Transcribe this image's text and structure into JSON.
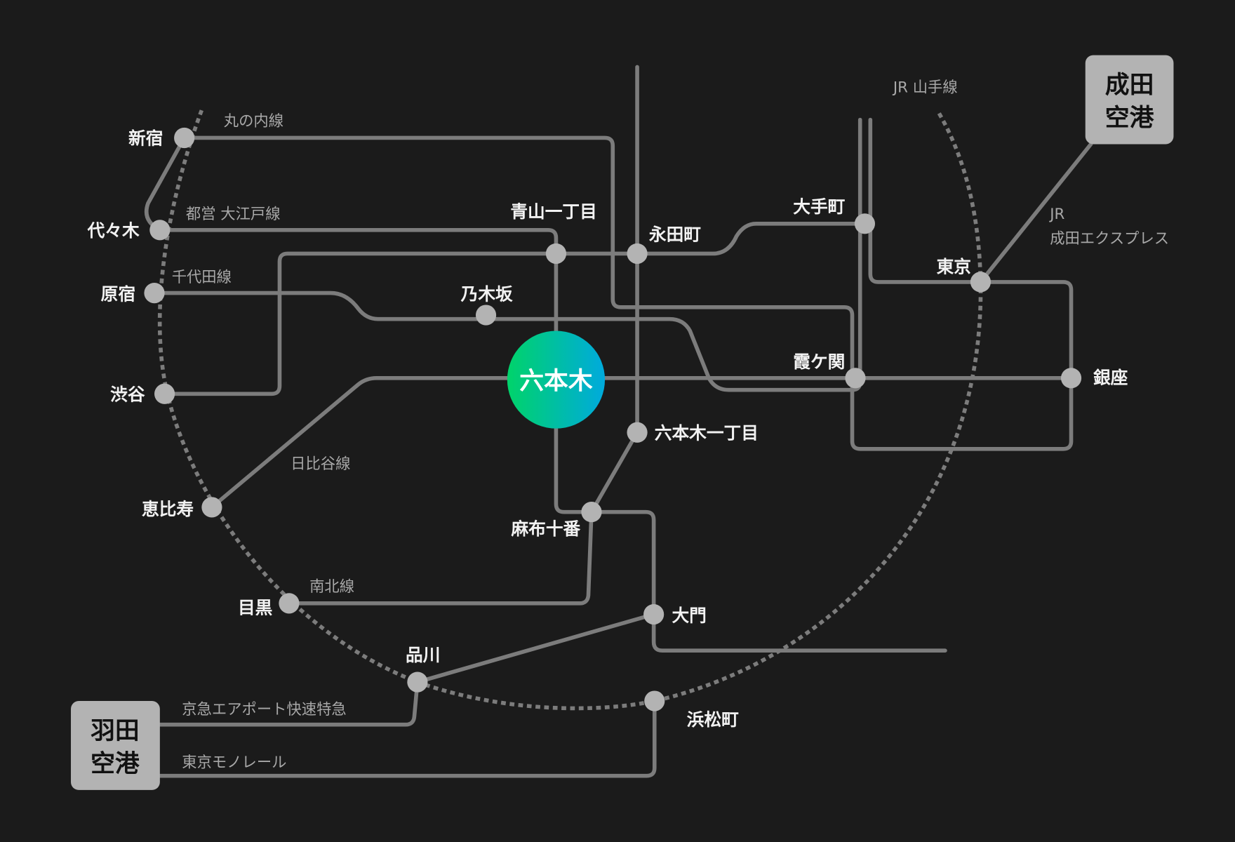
{
  "center_station": "六本木",
  "colors": {
    "background": "#1b1b1b",
    "line": "#7c7c7c",
    "station": "#b3b3b3",
    "gradient_start": "#00d36a",
    "gradient_end": "#00aadd"
  },
  "stations": {
    "shinjuku": "新宿",
    "yoyogi": "代々木",
    "harajuku": "原宿",
    "shibuya": "渋谷",
    "ebisu": "恵比寿",
    "meguro": "目黒",
    "shinagawa": "品川",
    "hamamatsucho": "浜松町",
    "tokyo": "東京",
    "aoyama": "青山一丁目",
    "nagatacho": "永田町",
    "otemachi": "大手町",
    "nogizaka": "乃木坂",
    "kasumigaseki": "霞ケ関",
    "ginza": "銀座",
    "roppongi1": "六本木一丁目",
    "azabujuban": "麻布十番",
    "daimon": "大門"
  },
  "lines": {
    "marunouchi": "丸の内線",
    "oedo": "都営 大江戸線",
    "chiyoda": "千代田線",
    "hibiya": "日比谷線",
    "namboku": "南北線",
    "yamanote": "JR 山手線",
    "nex_1": "JR",
    "nex_2": "成田エクスプレス",
    "keikyu": "京急エアポート快速特急",
    "monorail": "東京モノレール"
  },
  "airports": {
    "narita": {
      "line1": "成田",
      "line2": "空港"
    },
    "haneda": {
      "line1": "羽田",
      "line2": "空港"
    }
  }
}
